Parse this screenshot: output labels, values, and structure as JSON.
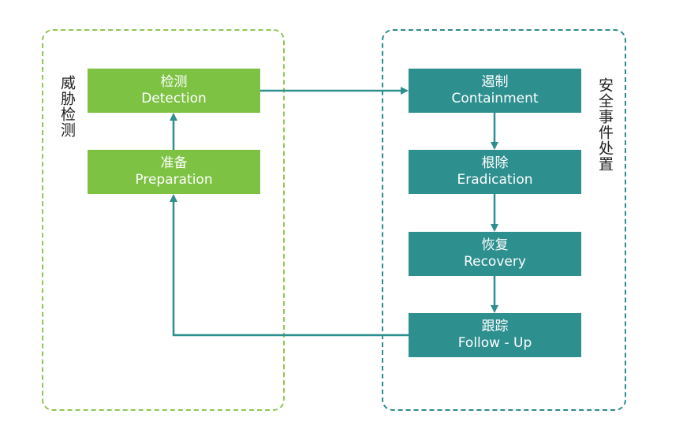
{
  "groups": {
    "left": {
      "label": "威胁检测"
    },
    "right": {
      "label": "安全事件处置"
    }
  },
  "nodes": {
    "detection": {
      "zh": "检测",
      "en": "Detection"
    },
    "preparation": {
      "zh": "准备",
      "en": "Preparation"
    },
    "containment": {
      "zh": "遏制",
      "en": "Containment"
    },
    "eradication": {
      "zh": "根除",
      "en": "Eradication"
    },
    "recovery": {
      "zh": "恢复",
      "en": "Recovery"
    },
    "followup": {
      "zh": "跟踪",
      "en": "Follow - Up"
    }
  },
  "colors": {
    "green": "#7dc243",
    "teal": "#2e8f8f",
    "left_border": "#8fc74f",
    "right_border": "#2e8b8b"
  }
}
